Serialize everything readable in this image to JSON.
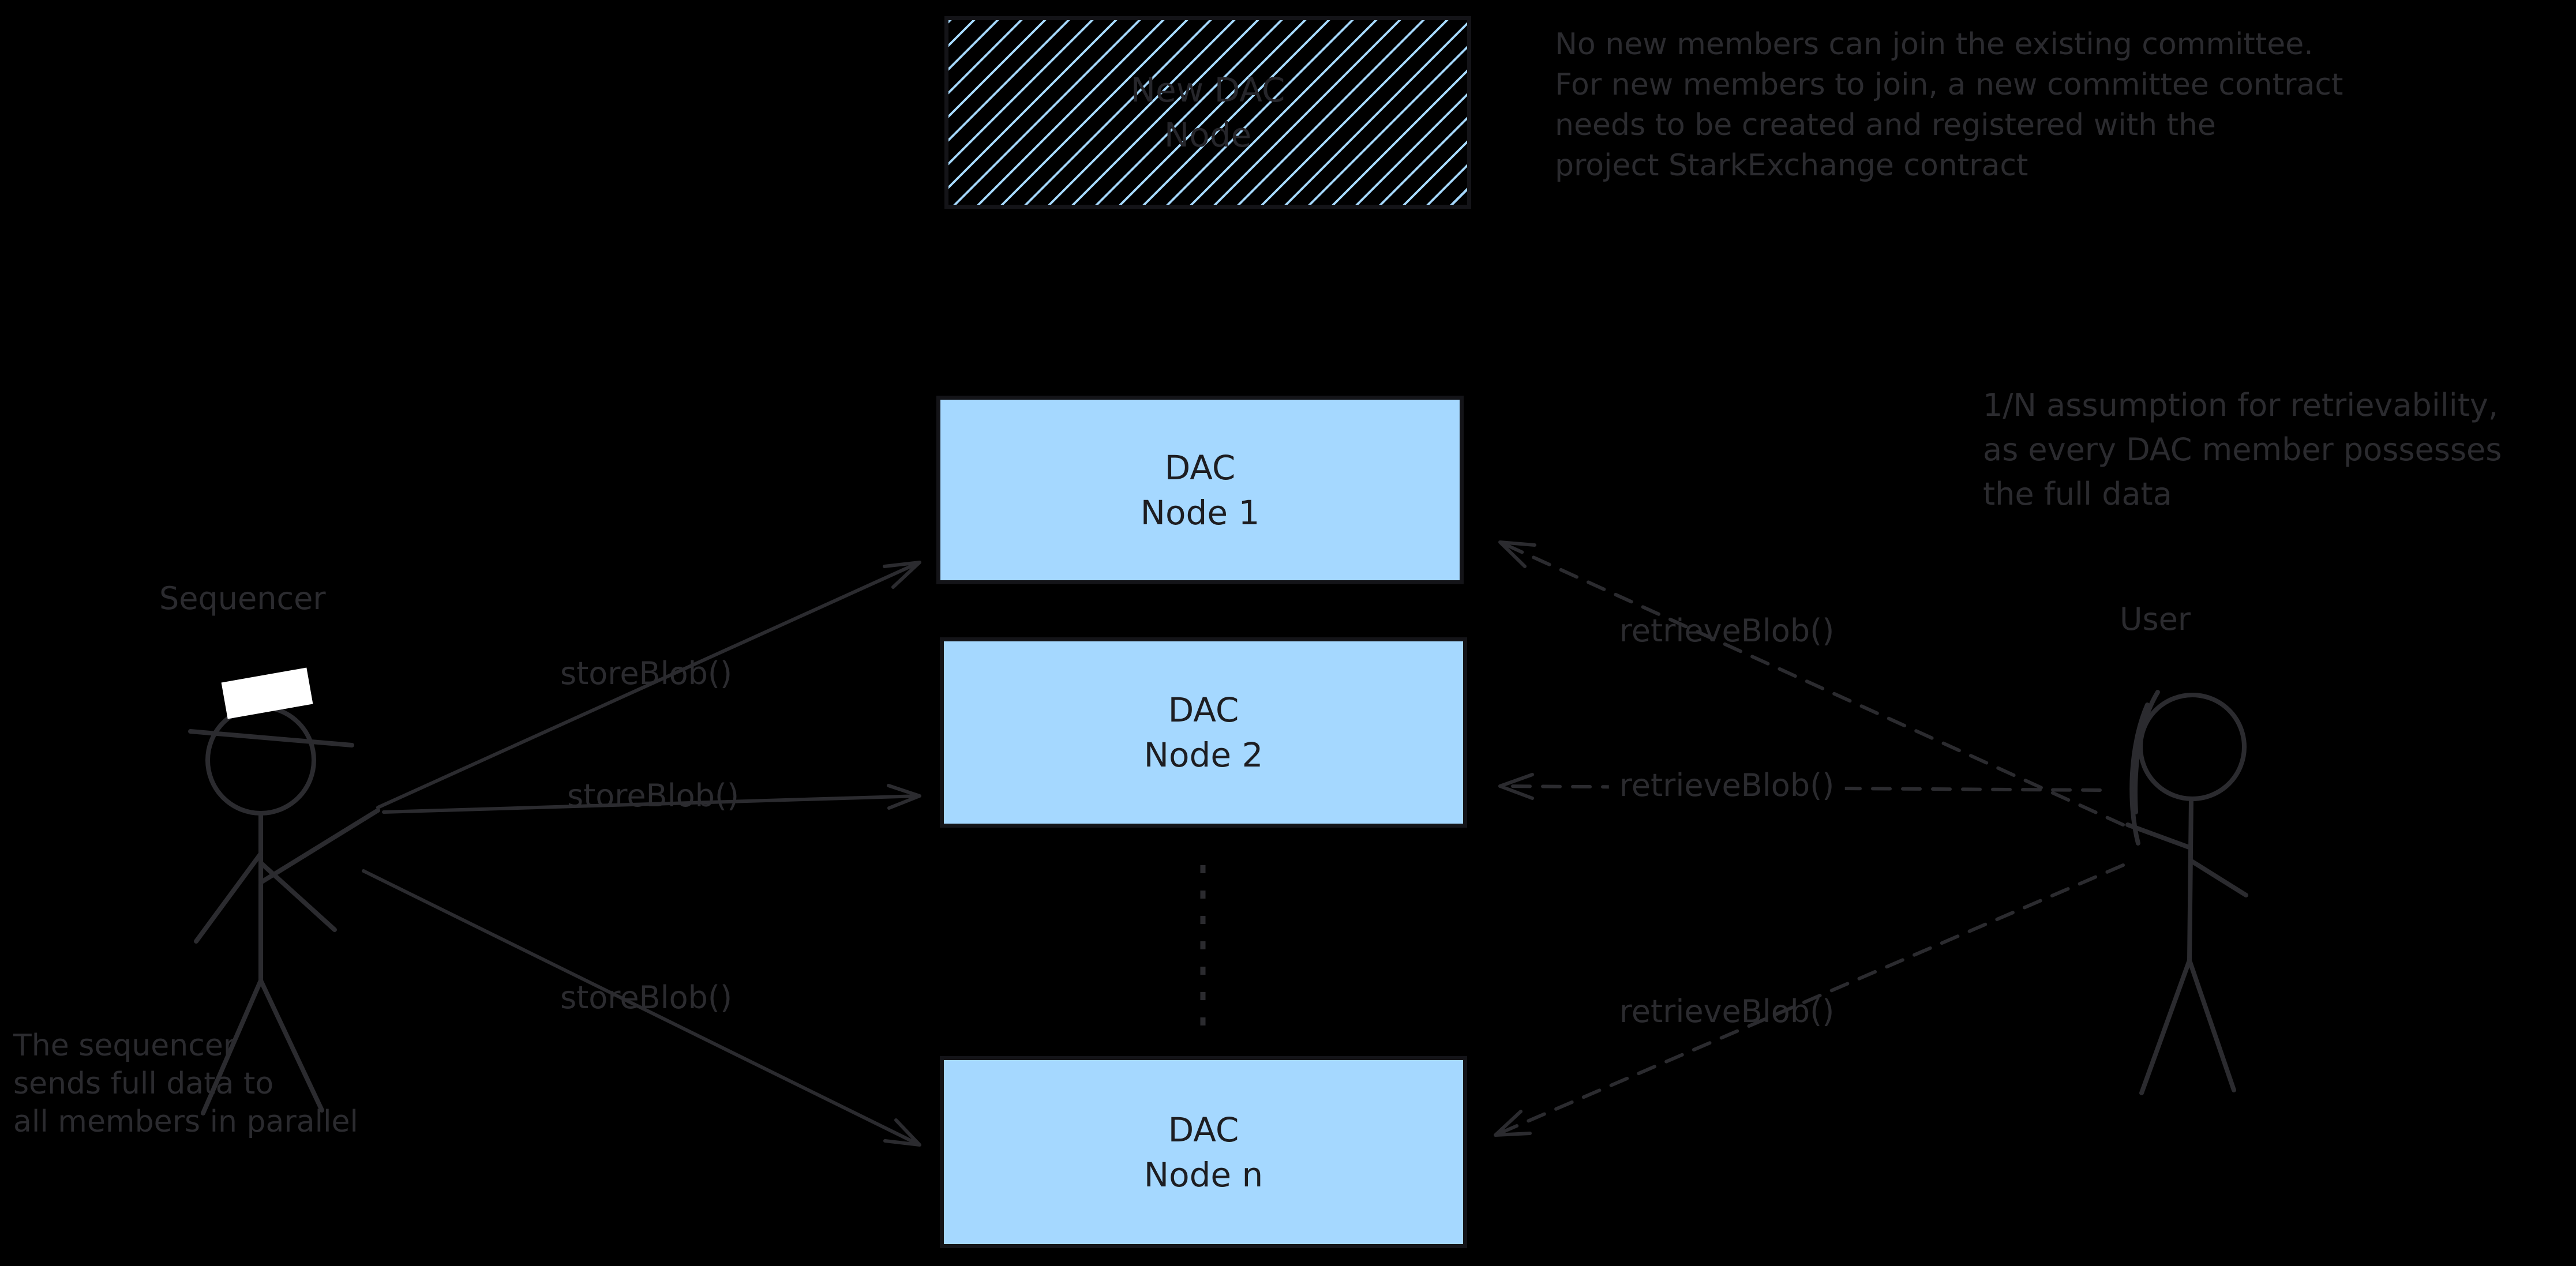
{
  "canvas": {
    "background": "#000000",
    "ink": "#2b2b2f",
    "node_fill": "#a5d8ff",
    "node_border": "#141418",
    "node_text": "#1d1d21",
    "hat_color": "#ffffff"
  },
  "nodes": {
    "new_dac": {
      "line1": "New DAC",
      "line2": "Node"
    },
    "node1": {
      "line1": "DAC",
      "line2": "Node 1"
    },
    "node2": {
      "line1": "DAC",
      "line2": "Node 2"
    },
    "node_n": {
      "line1": "DAC",
      "line2": "Node n"
    }
  },
  "actors": {
    "sequencer": "Sequencer",
    "user": "User"
  },
  "edges": {
    "store_label": "storeBlob()",
    "retrieve_label": "retrieveBlob()"
  },
  "annotations": {
    "top_right": {
      "lines": [
        "No new members can join the existing committee.",
        "For new members to join, a new committee contract",
        "needs to be created and registered with the",
        "project StarkExchange contract"
      ]
    },
    "right": {
      "lines": [
        "1/N assumption for retrievability,",
        "as every DAC member possesses",
        "the full data"
      ]
    },
    "bottom_left": {
      "lines": [
        "The sequencer",
        "sends full data to",
        "all members in parallel"
      ]
    }
  }
}
